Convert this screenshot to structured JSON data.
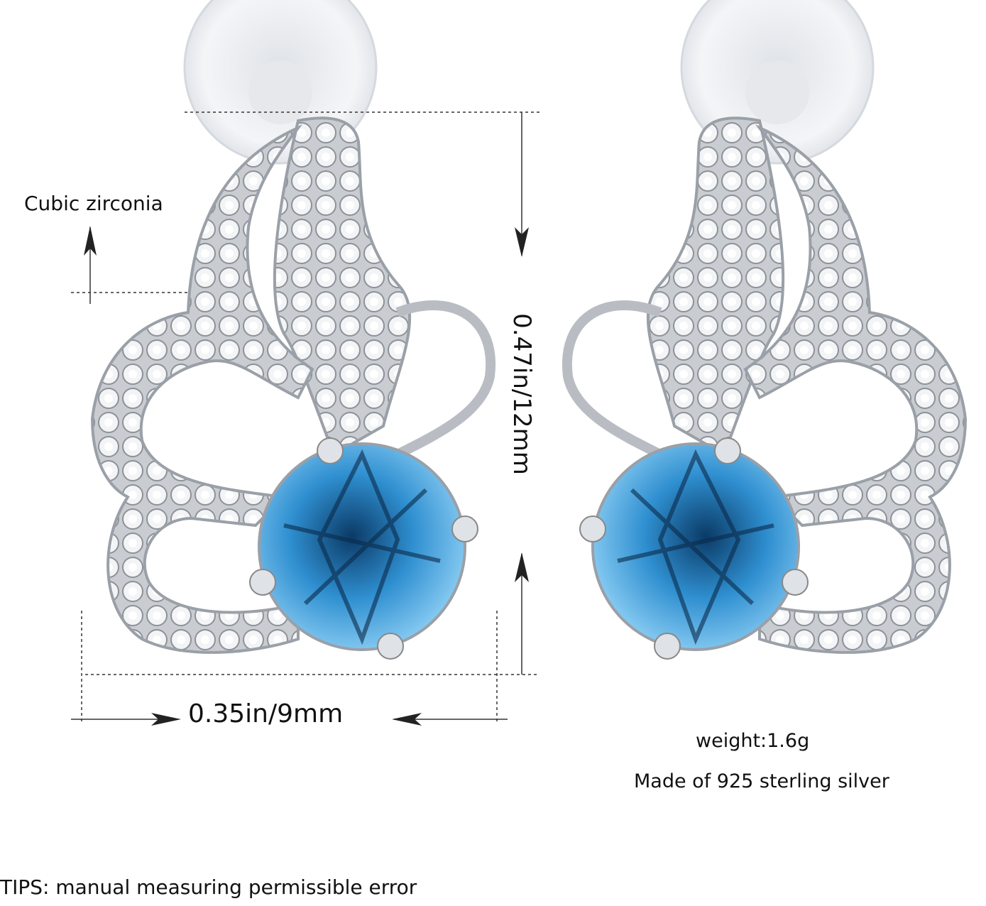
{
  "annotations": {
    "stone_label": "Cubic zirconia",
    "height": "0.47in/12mm",
    "width": "0.35in/9mm",
    "weight": "weight:1.6g",
    "material": "Made of 925 sterling silver",
    "tips": "TIPS: manual measuring permissible error"
  },
  "colors": {
    "gem": "#2f8fd0",
    "silver": "#c9ccd1",
    "backing": "#eef0f3"
  }
}
